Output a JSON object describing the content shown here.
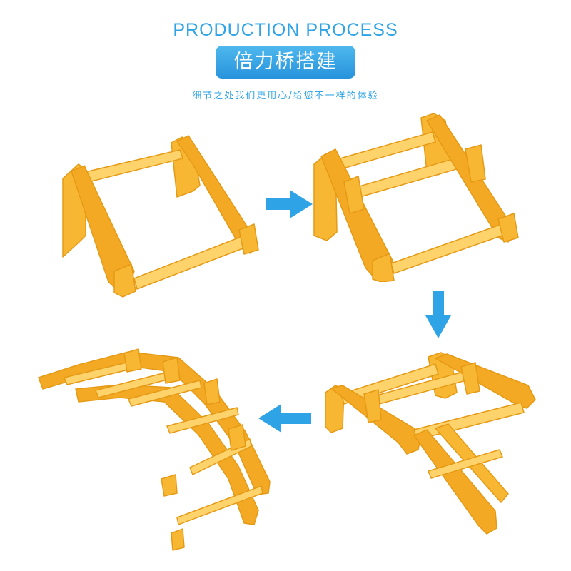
{
  "header": {
    "title": "PRODUCTION PROCESS",
    "badge_text": "倍力桥搭建",
    "tagline": "细节之处我们更用心/给您不一样的体验"
  },
  "steps": [
    {
      "icon": "bridge-frame-icon"
    },
    {
      "icon": "bridge-ladder-icon"
    },
    {
      "icon": "bridge-folding-icon"
    },
    {
      "icon": "bridge-arch-icon"
    }
  ],
  "arrows": [
    {
      "icon": "arrow-right-icon"
    },
    {
      "icon": "arrow-down-icon"
    },
    {
      "icon": "arrow-left-icon"
    }
  ],
  "colors": {
    "accent": "#2ea3e6",
    "badge_top": "#4fb8ee",
    "badge_bottom": "#2793dc",
    "plastic": "#f7b733",
    "plastic_dark": "#e59a16",
    "plastic_light": "#ffd36b",
    "text_gray": "#8a8a8a",
    "background": "#ffffff"
  }
}
